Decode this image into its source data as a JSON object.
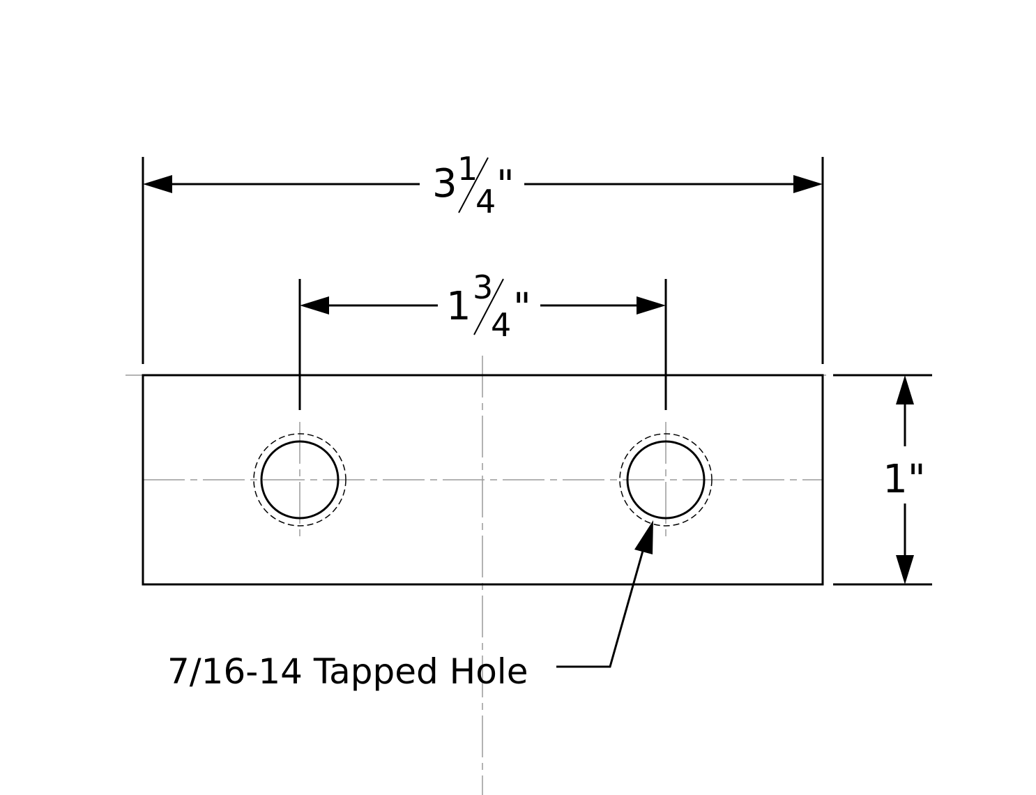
{
  "drawing": {
    "overall_width": {
      "whole": "3",
      "numerator": "1",
      "denominator": "4",
      "unit": "\""
    },
    "hole_spacing": {
      "whole": "1",
      "numerator": "3",
      "denominator": "4",
      "unit": "\""
    },
    "height": {
      "text": "1\""
    },
    "note": {
      "text": "7/16-14 Tapped Hole"
    }
  }
}
